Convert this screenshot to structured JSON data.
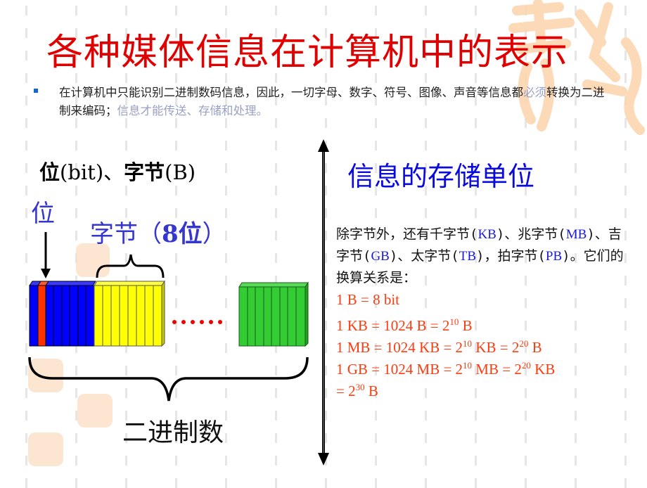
{
  "slide": {
    "title": "各种媒体信息在计算机中的表示",
    "intro": {
      "bullet_icon": "square-bullet-icon",
      "part1": "在计算机中只能识别二进制数码信息，因此，一切字母、数字、符号、图像、声音等信息都",
      "highlight1": "必须",
      "part2": "转换为二进制来编码；",
      "highlight2": "信息才能传送、存储和处理。"
    },
    "left": {
      "heading_bit_cn": "位",
      "heading_bit_en": "(bit)、",
      "heading_byte_cn": "字节",
      "heading_byte_en": "(B)",
      "bit_label": "位",
      "byte_label_cn": "字节（",
      "byte_label_num": "8位",
      "byte_label_close": "）",
      "ellipsis": "……",
      "binary_label": "二进制数",
      "bit_colors": [
        "#0000ff",
        "#ff3300",
        "#0000ff",
        "#0000ff",
        "#0000ff",
        "#0000ff",
        "#0000ff",
        "#0000ff"
      ],
      "byte_color": "#ffff00",
      "last_byte_color": "#33cc33"
    },
    "right": {
      "heading": "信息的存储单位",
      "desc": {
        "t1": "除字节外，还有千字节(",
        "kb": "KB",
        "t2": ")、兆字节(",
        "mb": "MB",
        "t3": ")、吉字节(",
        "gb": "GB",
        "t4": ")、太字节(",
        "tb": "TB",
        "t5": ")，拍字节(",
        "pb": "PB",
        "t6": ")。它们的换算关系是："
      },
      "equations": {
        "e1": "1 B = 8 bit",
        "e2a": "1 KB = 1024 B =  2",
        "e2s": "10",
        "e2b": " B",
        "e3a": "1 MB = 1024 KB = 2",
        "e3s1": "10",
        "e3b": " KB = 2",
        "e3s2": "20",
        "e3c": " B",
        "e4a": "1 GB = 1024 MB = 2",
        "e4s1": "10",
        "e4b": " MB = 2",
        "e4s2": "20",
        "e4c": " KB",
        "e5a": "= 2",
        "e5s": "30",
        "e5b": " B"
      }
    },
    "colors": {
      "title": "#e00000",
      "blue_label": "#3535d0",
      "heading_right": "#0a0adc",
      "equation": "#ff3c10",
      "highlight": "#9aa0c8"
    }
  }
}
